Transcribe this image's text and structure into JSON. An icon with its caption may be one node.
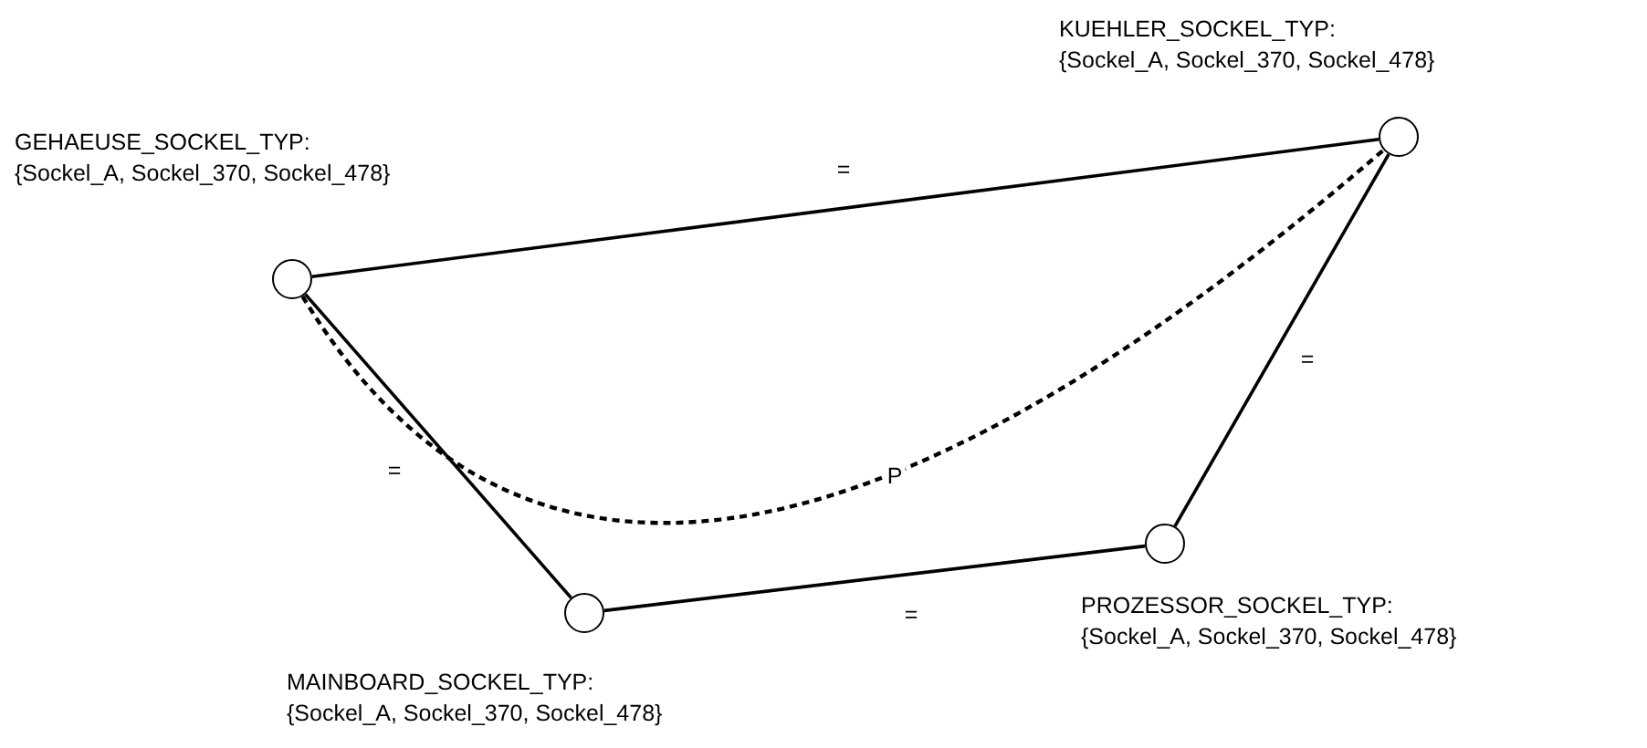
{
  "diagram": {
    "nodes": [
      {
        "text": [],
        "shape": "circle",
        "beside": [
          "GEHAEUSE_SOCKEL_TYP:",
          "{Sockel_A, Sockel_370, Sockel_478}"
        ]
      },
      {
        "text": [],
        "shape": "circle",
        "beside": [
          "KUEHLER_SOCKEL_TYP:",
          "{Sockel_A, Sockel_370, Sockel_478}"
        ]
      },
      {
        "text": [],
        "shape": "circle",
        "beside": [
          "MAINBOARD_SOCKEL_TYP:",
          "{Sockel_A, Sockel_370, Sockel_478}"
        ]
      },
      {
        "text": [],
        "shape": "circle",
        "beside": [
          "PROZESSOR_SOCKEL_TYP:",
          "{Sockel_A, Sockel_370, Sockel_478}"
        ]
      }
    ],
    "edges": [
      {
        "from": 0,
        "to": 1,
        "arrow": "none",
        "label": "="
      },
      {
        "from": 0,
        "to": 2,
        "arrow": "none",
        "label": "="
      },
      {
        "from": 2,
        "to": 3,
        "arrow": "none",
        "label": "="
      },
      {
        "from": 3,
        "to": 1,
        "arrow": "none",
        "label": "="
      },
      {
        "from": 0,
        "to": 1,
        "arrow": "none",
        "label": "P",
        "style": "dashed"
      }
    ]
  }
}
